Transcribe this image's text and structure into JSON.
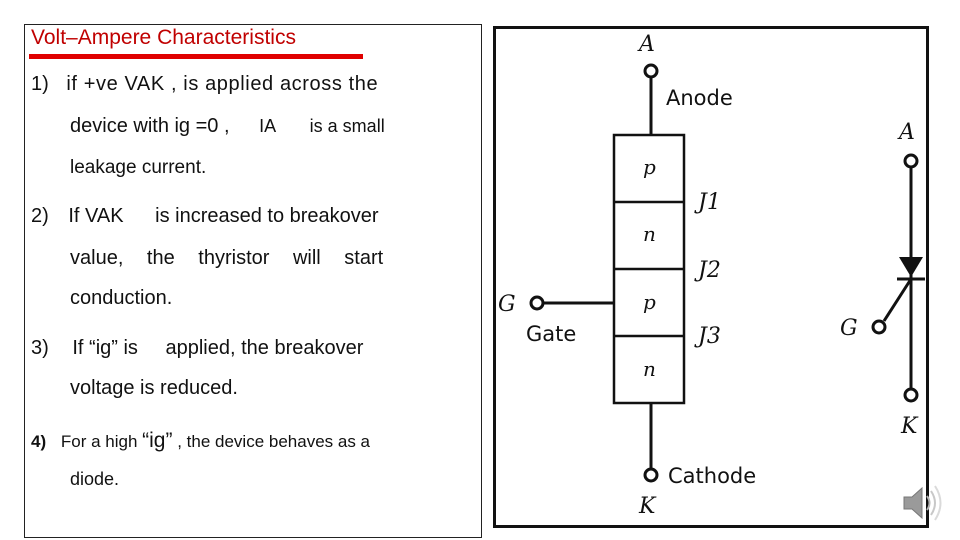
{
  "title": "Volt–Ampere Characteristics",
  "points": [
    {
      "number": "1)",
      "lines": [
        "if +ve VAK , is applied across the",
        "device with ig =0 ,",
        "IA",
        "is a small",
        "leakage current."
      ]
    },
    {
      "number": "2)",
      "lines": [
        "If VAK",
        "is increased to breakover",
        "value, the thyristor will start",
        "conduction."
      ]
    },
    {
      "number": "3)",
      "lines": [
        "If “ig” is",
        "applied, the breakover",
        "voltage is reduced."
      ]
    },
    {
      "number": "4)",
      "lines": [
        "For a high",
        "“ig”",
        ", the device behaves as a",
        "diode."
      ]
    }
  ],
  "diagram": {
    "anode_terminal": "A",
    "anode_label": "Anode",
    "layers": [
      "p",
      "n",
      "p",
      "n"
    ],
    "junctions": [
      "J1",
      "J2",
      "J3"
    ],
    "gate_terminal": "G",
    "gate_label": "Gate",
    "cathode_label": "Cathode",
    "cathode_terminal": "K",
    "symbol_anode": "A",
    "symbol_gate": "G",
    "symbol_cathode": "K"
  },
  "colors": {
    "title": "#c00000",
    "underline": "#e00000",
    "text": "#111111"
  },
  "icons": [
    "speaker-icon"
  ]
}
